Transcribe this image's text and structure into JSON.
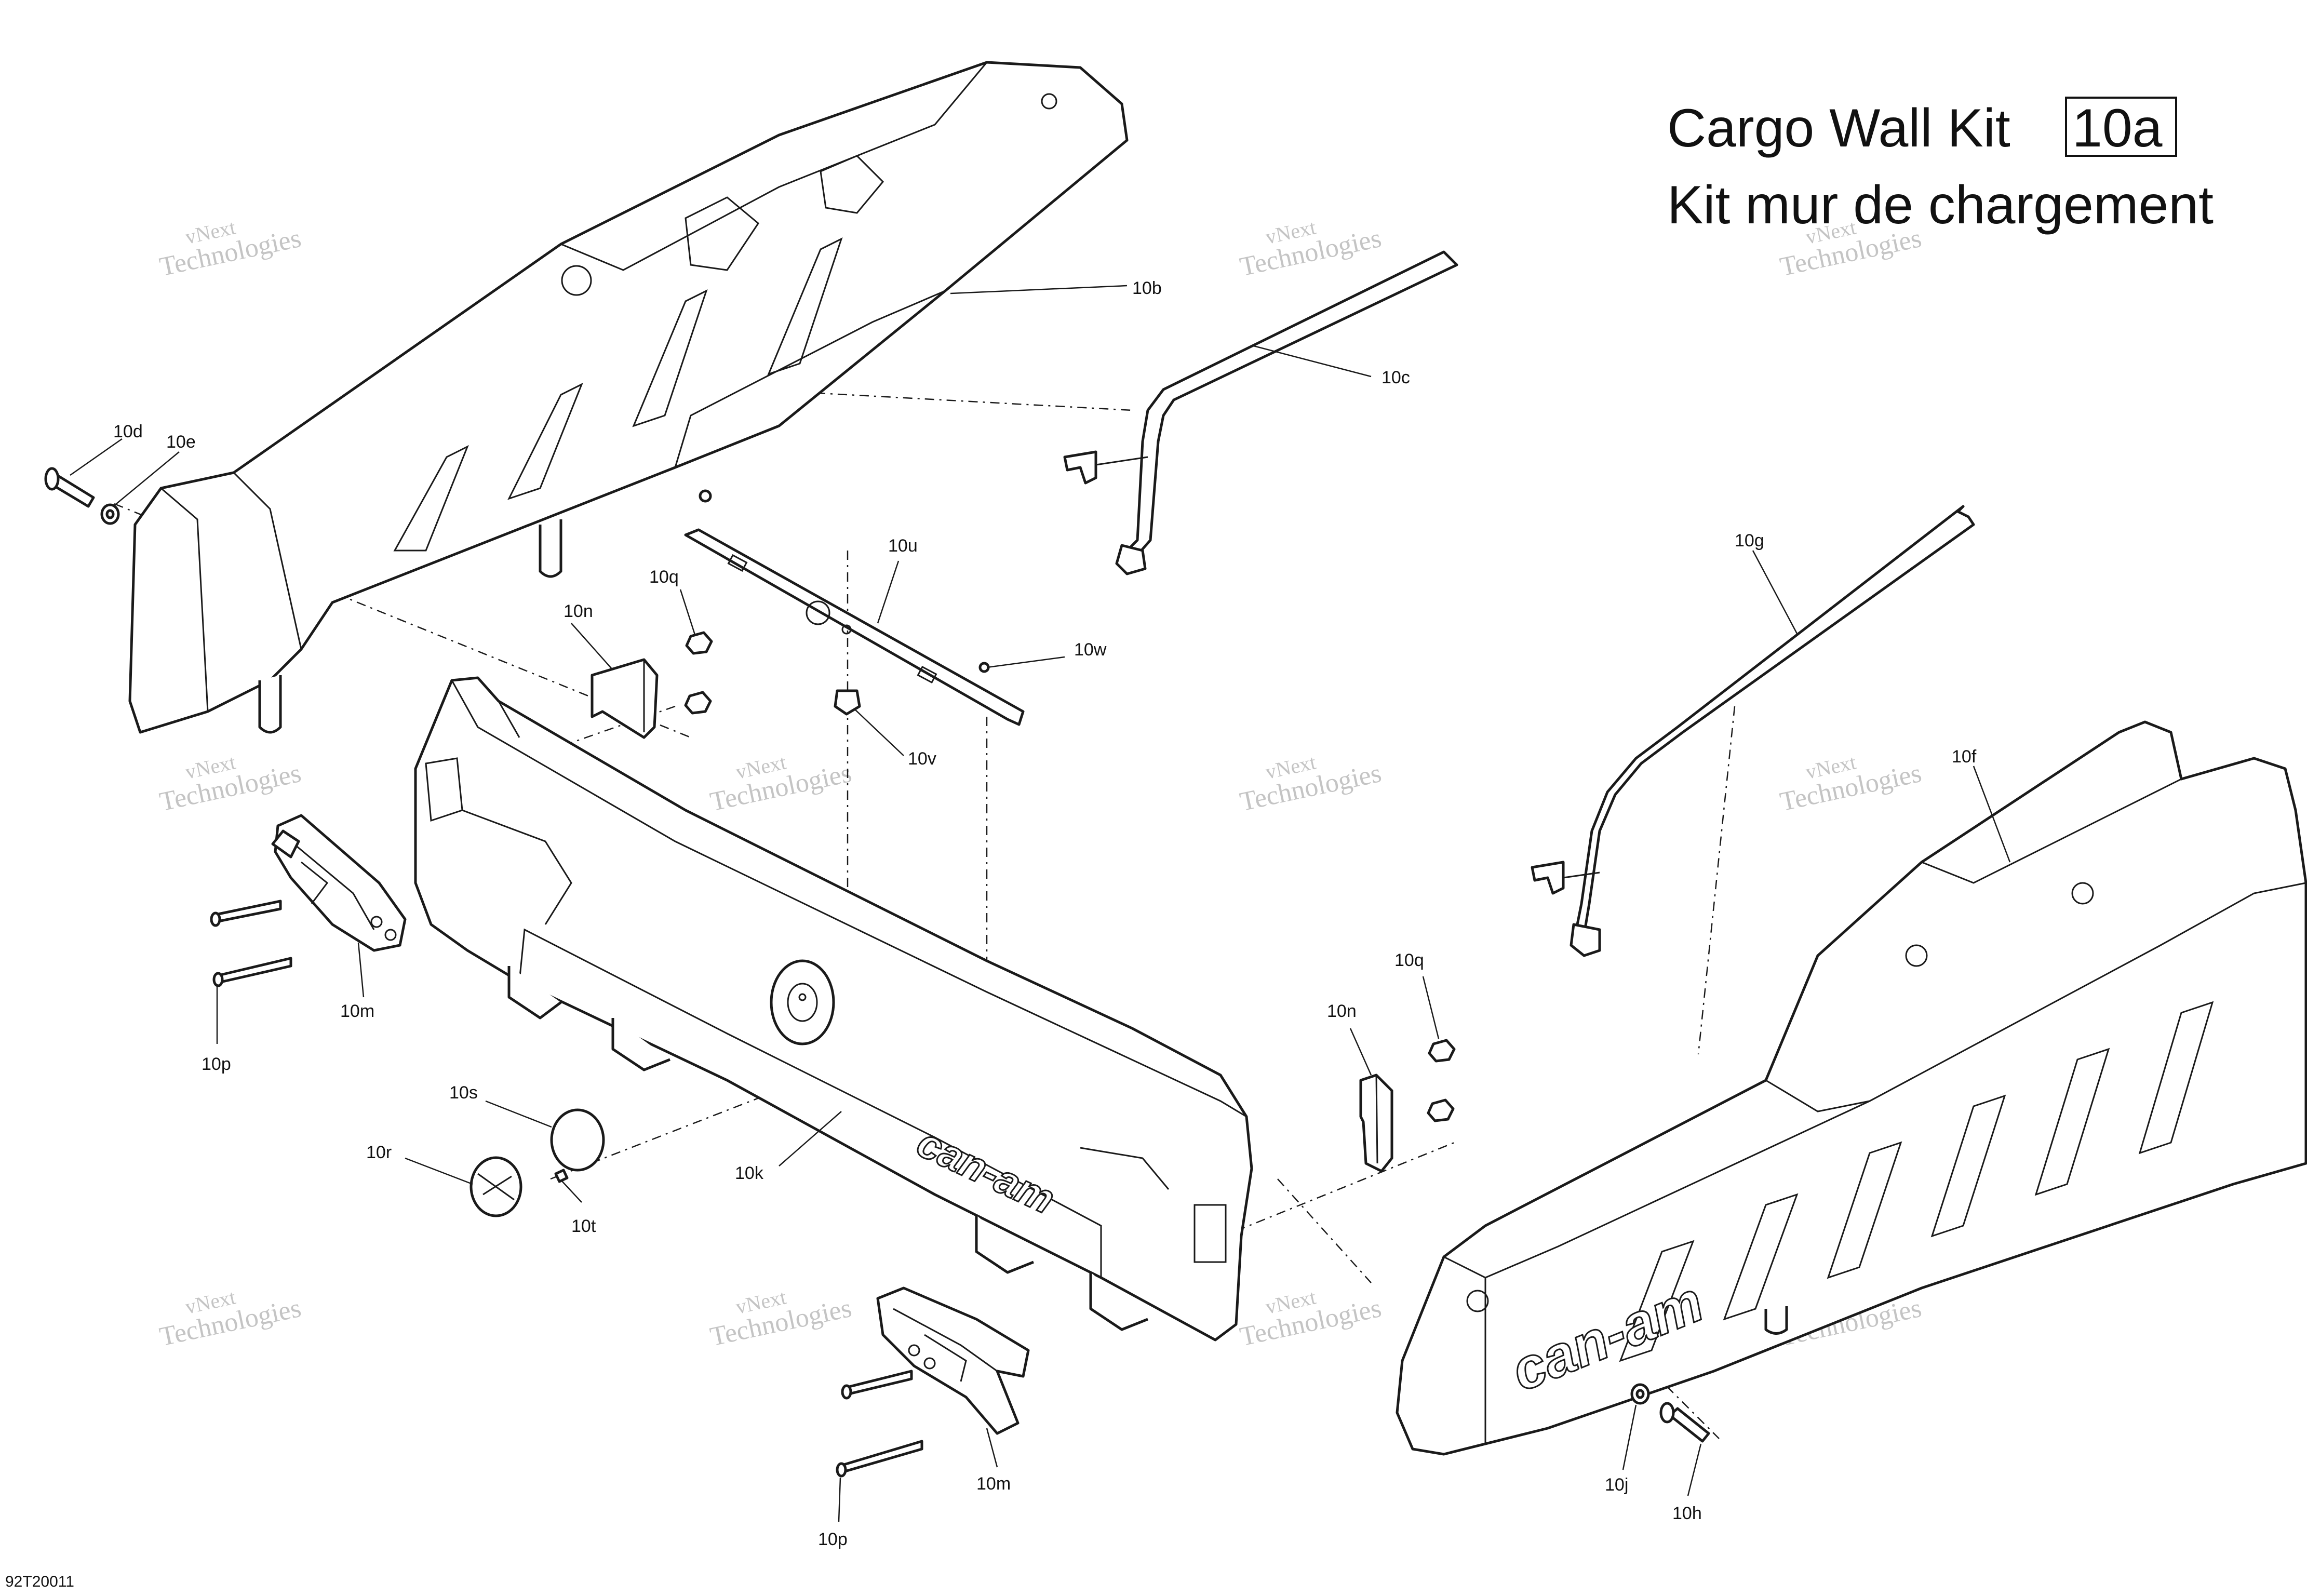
{
  "title": {
    "line1": "Cargo Wall Kit",
    "kit_ref": "10a",
    "line2": "Kit mur de chargement"
  },
  "drawing_code": "92T20011",
  "watermark": {
    "line1": "vNext",
    "line2": "Technologies"
  },
  "brand_logo": "can-am",
  "callouts": [
    {
      "id": "10b",
      "label": "10b"
    },
    {
      "id": "10c",
      "label": "10c"
    },
    {
      "id": "10d",
      "label": "10d"
    },
    {
      "id": "10e",
      "label": "10e"
    },
    {
      "id": "10q-top",
      "label": "10q"
    },
    {
      "id": "10u",
      "label": "10u"
    },
    {
      "id": "10n-top",
      "label": "10n"
    },
    {
      "id": "10w",
      "label": "10w"
    },
    {
      "id": "10v",
      "label": "10v"
    },
    {
      "id": "10g",
      "label": "10g"
    },
    {
      "id": "10f",
      "label": "10f"
    },
    {
      "id": "10m-left",
      "label": "10m"
    },
    {
      "id": "10p-left",
      "label": "10p"
    },
    {
      "id": "10s",
      "label": "10s"
    },
    {
      "id": "10r",
      "label": "10r"
    },
    {
      "id": "10t",
      "label": "10t"
    },
    {
      "id": "10k",
      "label": "10k"
    },
    {
      "id": "10q-right",
      "label": "10q"
    },
    {
      "id": "10n-right",
      "label": "10n"
    },
    {
      "id": "10m-bottom",
      "label": "10m"
    },
    {
      "id": "10p-bottom",
      "label": "10p"
    },
    {
      "id": "10j",
      "label": "10j"
    },
    {
      "id": "10h",
      "label": "10h"
    }
  ]
}
